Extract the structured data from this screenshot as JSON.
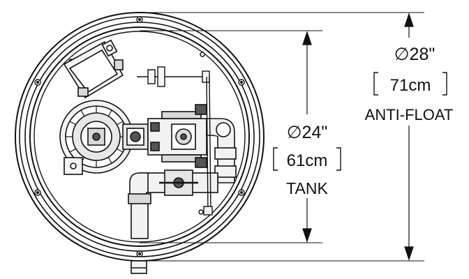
{
  "diagram": {
    "inner_dimension": {
      "symbol": "∅",
      "value": "24\"",
      "metric": "61cm",
      "label": "TANK"
    },
    "outer_dimension": {
      "symbol": "∅",
      "value": "28\"",
      "metric": "71cm",
      "label": "ANTI-FLOAT"
    },
    "colors": {
      "line": "#111111",
      "background": "#ffffff",
      "fill_light": "#f2f2f2",
      "fill_mid": "#d9d9d9",
      "fill_dark": "#555555"
    }
  }
}
